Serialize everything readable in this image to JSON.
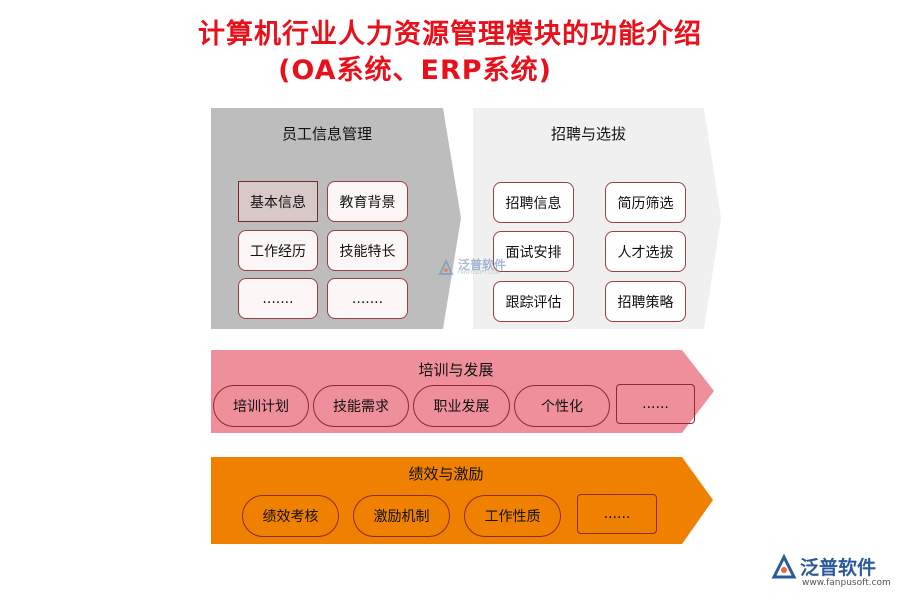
{
  "title": {
    "line1": "计算机行业人力资源管理模块的功能介绍",
    "line2": "(OA系统、ERP系统)"
  },
  "panels": {
    "employee": {
      "title": "员工信息管理",
      "items": [
        "基本信息",
        "教育背景",
        "工作经历",
        "技能特长",
        ".......",
        "......."
      ]
    },
    "recruit": {
      "title": "招聘与选拔",
      "items": [
        "招聘信息",
        "简历筛选",
        "面试安排",
        "人才选拔",
        "跟踪评估",
        "招聘策略"
      ]
    },
    "training": {
      "title": "培训与发展",
      "items": [
        "培训计划",
        "技能需求",
        "职业发展",
        "个性化",
        "......"
      ]
    },
    "performance": {
      "title": "绩效与激励",
      "items": [
        "绩效考核",
        "激励机制",
        "工作性质",
        "......"
      ]
    }
  },
  "logo": {
    "name": "泛普软件",
    "url": "www.fanpusoft.com"
  },
  "watermark": {
    "name": "泛普软件",
    "url": "FANPUSOFT.COM"
  },
  "colors": {
    "title": "#e8111b",
    "employee_bg": "#bdbdbd",
    "recruit_bg": "#f0f0f0",
    "training_bg": "#ef8f9b",
    "performance_bg": "#f08000",
    "logo_blue": "#2a5a9a"
  }
}
